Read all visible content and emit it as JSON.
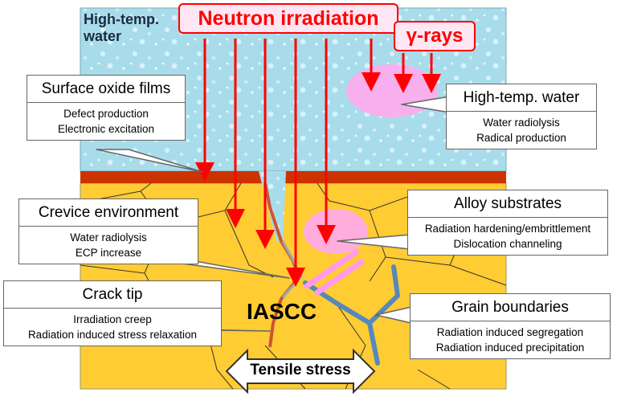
{
  "labels": {
    "water_region": [
      "High-temp.",
      "water"
    ],
    "neutron": "Neutron irradiation",
    "gamma": "γ-rays",
    "iascc": "IASCC",
    "tensile": "Tensile stress"
  },
  "callouts": {
    "surface": {
      "title": "Surface oxide films",
      "lines": [
        "Defect production",
        "Electronic excitation"
      ]
    },
    "water": {
      "title": "High-temp. water",
      "lines": [
        "Water radiolysis",
        "Radical production"
      ]
    },
    "crevice": {
      "title": "Crevice environment",
      "lines": [
        "Water radiolysis",
        "ECP increase"
      ]
    },
    "alloy": {
      "title": "Alloy substrates",
      "lines": [
        "Radiation hardening/embrittlement",
        "Dislocation channeling"
      ]
    },
    "crack": {
      "title": "Crack tip",
      "lines": [
        "Irradiation creep",
        "Radiation induced stress relaxation"
      ]
    },
    "grain": {
      "title": "Grain boundaries",
      "lines": [
        "Radiation induced segregation",
        "Radiation induced precipitation"
      ]
    }
  },
  "colors": {
    "water": "#a9dcea",
    "metal": "#ffcc33",
    "oxide": "#cc3300",
    "arrow": "#ff0000",
    "neutron_text": "#ff0000",
    "pink": "#ffaaee",
    "grain_boundary": "#5588bb"
  }
}
